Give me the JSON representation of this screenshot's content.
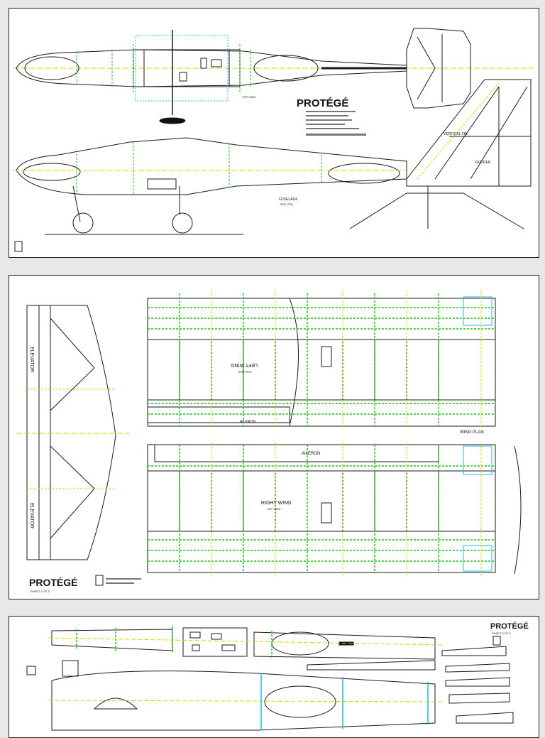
{
  "sheet1": {
    "logo": "PROTÉGÉ",
    "top_view_label": "TOP VIEW",
    "vertical_fin_label": "VERTICAL FIN",
    "rudder_label": "RUDDER",
    "fuselage_label": "FUSELAGE",
    "fuselage_sub": "SIDE VIEW"
  },
  "sheet2": {
    "elevator_label": "ELEVATOR",
    "left_wing_label": "LEFT WING",
    "left_wing_sub": "TOP VIEW",
    "right_wing_label": "RIGHT WING",
    "right_wing_sub": "TOP VIEW",
    "aileron_label": "AILERON",
    "wing_plan_label": "WING PLAN",
    "logo": "PROTÉGÉ",
    "logo_sub": "SHEET 2 OF 3"
  },
  "sheet3": {
    "logo": "PROTÉGÉ",
    "logo_sub": "SHEET 3 OF 3"
  },
  "colors": {
    "line": "#1a1a1a",
    "rib_green": "#22c41a",
    "centerline_yellow": "#e0d000",
    "cyan": "#22b8d8"
  }
}
